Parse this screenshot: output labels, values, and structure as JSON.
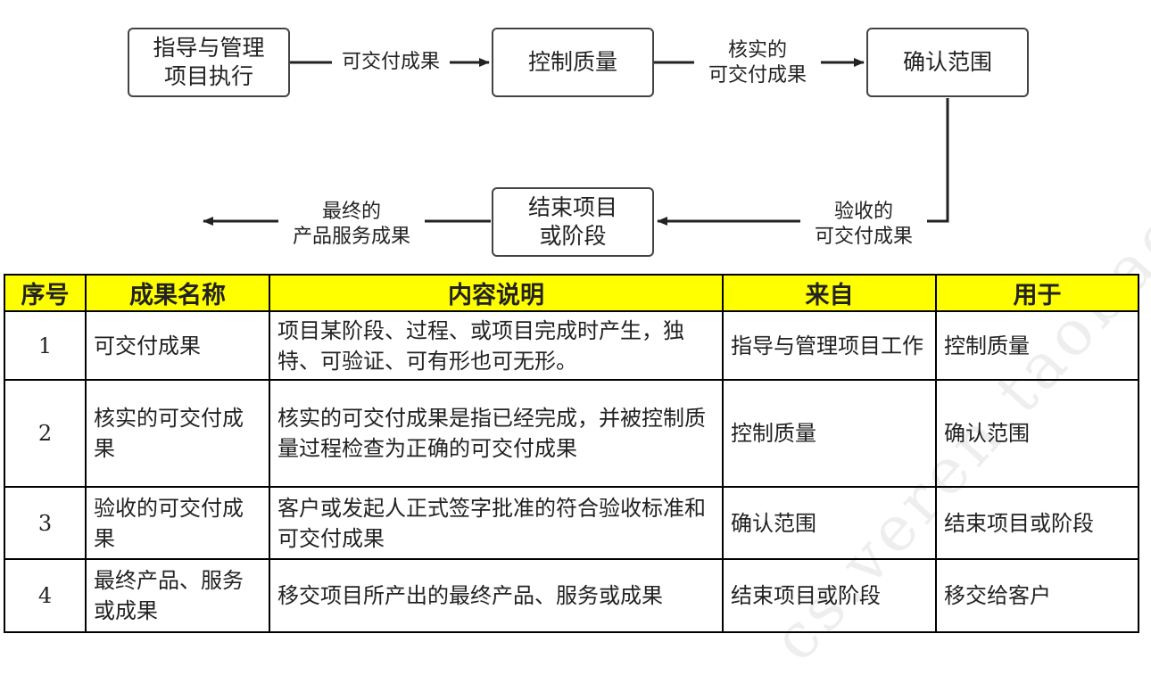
{
  "flow": {
    "nodes": [
      {
        "id": "direct-manage",
        "label": "指导与管理\n项目执行"
      },
      {
        "id": "control-quality",
        "label": "控制质量"
      },
      {
        "id": "validate-scope",
        "label": "确认范围"
      },
      {
        "id": "close-project",
        "label": "结束项目\n或阶段"
      }
    ],
    "edges": [
      {
        "from": "direct-manage",
        "to": "control-quality",
        "label": "可交付成果"
      },
      {
        "from": "control-quality",
        "to": "validate-scope",
        "label": "核实的\n可交付成果"
      },
      {
        "from": "validate-scope",
        "to": "close-project",
        "label": "验收的\n可交付成果"
      },
      {
        "from": "close-project",
        "to": "",
        "label": "最终的\n产品服务成果"
      }
    ]
  },
  "table": {
    "headers": [
      "序号",
      "成果名称",
      "内容说明",
      "来自",
      "用于"
    ],
    "rows": [
      {
        "no": "1",
        "name": "可交付成果",
        "desc": "项目某阶段、过程、或项目完成时产生，独特、可验证、可有形也可无形。",
        "from": "指导与管理项目工作",
        "to": "控制质量"
      },
      {
        "no": "2",
        "name": "核实的可交付成果",
        "desc": "核实的可交付成果是指已经完成，并被控制质量过程检查为正确的可交付成果",
        "from": "控制质量",
        "to": "确认范围"
      },
      {
        "no": "3",
        "name": "验收的可交付成果",
        "desc": "客户或发起人正式签字批准的符合验收标准和可交付成果",
        "from": "确认范围",
        "to": "结束项目或阶段"
      },
      {
        "no": "4",
        "name": "最终产品、服务或成果",
        "desc": "移交项目所产出的最终产品、服务或成果",
        "from": "结束项目或阶段",
        "to": "移交给客户"
      }
    ]
  },
  "watermark": "cs.veren.taobao.c"
}
